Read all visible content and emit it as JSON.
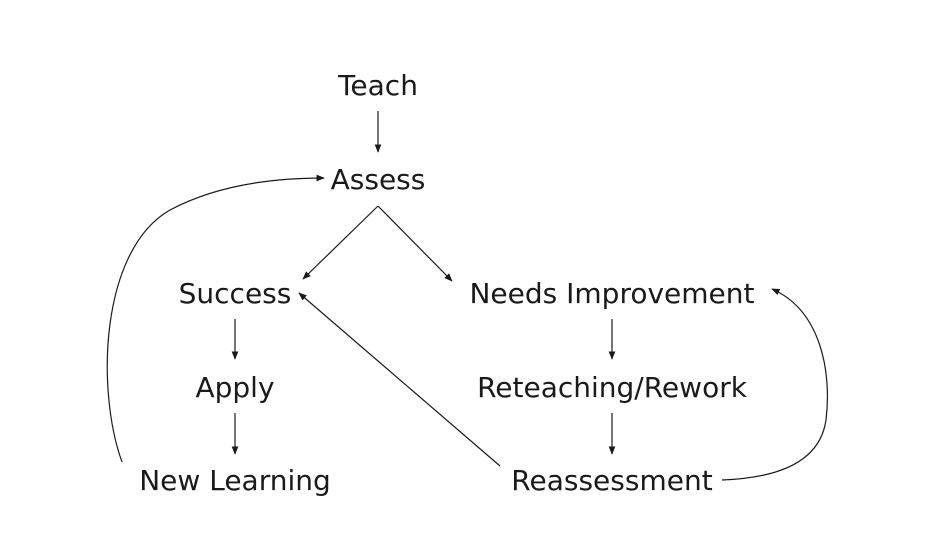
{
  "nodes": {
    "teach": "Teach",
    "assess": "Assess",
    "success": "Success",
    "needs_improvement": "Needs Improvement",
    "apply": "Apply",
    "reteaching": "Reteaching/Rework",
    "new_learning": "New Learning",
    "reassessment": "Reassessment"
  },
  "edges": [
    {
      "from": "teach",
      "to": "assess"
    },
    {
      "from": "assess",
      "to": "success"
    },
    {
      "from": "assess",
      "to": "needs_improvement"
    },
    {
      "from": "success",
      "to": "apply"
    },
    {
      "from": "apply",
      "to": "new_learning"
    },
    {
      "from": "new_learning",
      "to": "assess"
    },
    {
      "from": "needs_improvement",
      "to": "reteaching"
    },
    {
      "from": "reteaching",
      "to": "reassessment"
    },
    {
      "from": "reassessment",
      "to": "success"
    },
    {
      "from": "reassessment",
      "to": "needs_improvement"
    }
  ],
  "colors": {
    "text": "#1a1a1a",
    "line": "#1a1a1a",
    "background": "#ffffff"
  }
}
